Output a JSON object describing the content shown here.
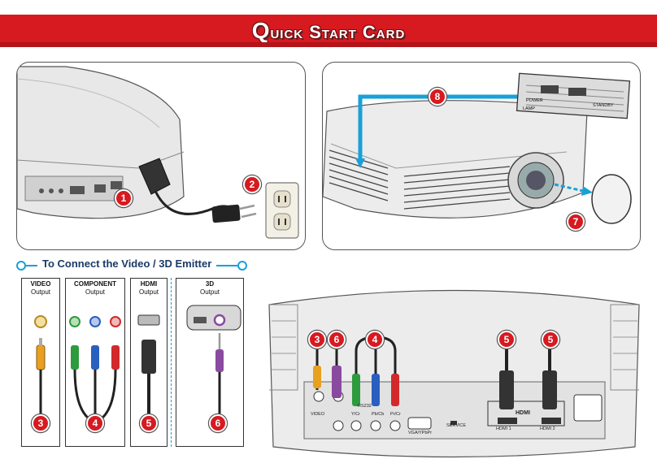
{
  "banner": {
    "title": "Quick Start Card",
    "color": "#d71920"
  },
  "steps": {
    "s1": "1",
    "s2": "2",
    "s3": "3",
    "s4": "4",
    "s5": "5",
    "s6": "6",
    "s7": "7",
    "s8": "8"
  },
  "power_panel": {
    "button_labels": {
      "power": "POWER",
      "lamp": "LAMP",
      "standby": "STANDBY"
    }
  },
  "emitter_section": {
    "heading": "To Connect the Video / 3D Emitter",
    "accent_color": "#1aa0d8",
    "columns": [
      {
        "title": "VIDEO",
        "subtitle": "Output"
      },
      {
        "title": "COMPONENT",
        "subtitle": "Output"
      },
      {
        "title": "HDMI",
        "subtitle": "Output"
      },
      {
        "title": "3D",
        "subtitle": "Output"
      }
    ]
  },
  "rear_panel": {
    "ports": {
      "video": "VIDEO",
      "y_cr": "Y/Cr",
      "pb_cb": "Pb/Cb",
      "pr_cr": "Pr/Cr",
      "rs232": "RS232",
      "vga": "VGA/YPbPr",
      "service": "SERVICE",
      "hdmi1": "HDMI 1",
      "hdmi2": "HDMI 2",
      "hdmi_logo": "HDMI"
    },
    "cable_colors": {
      "video": "#e8a020",
      "green": "#2e9a3e",
      "blue": "#2a5fc0",
      "red": "#d22a2a",
      "purple": "#8a4aa0"
    }
  }
}
